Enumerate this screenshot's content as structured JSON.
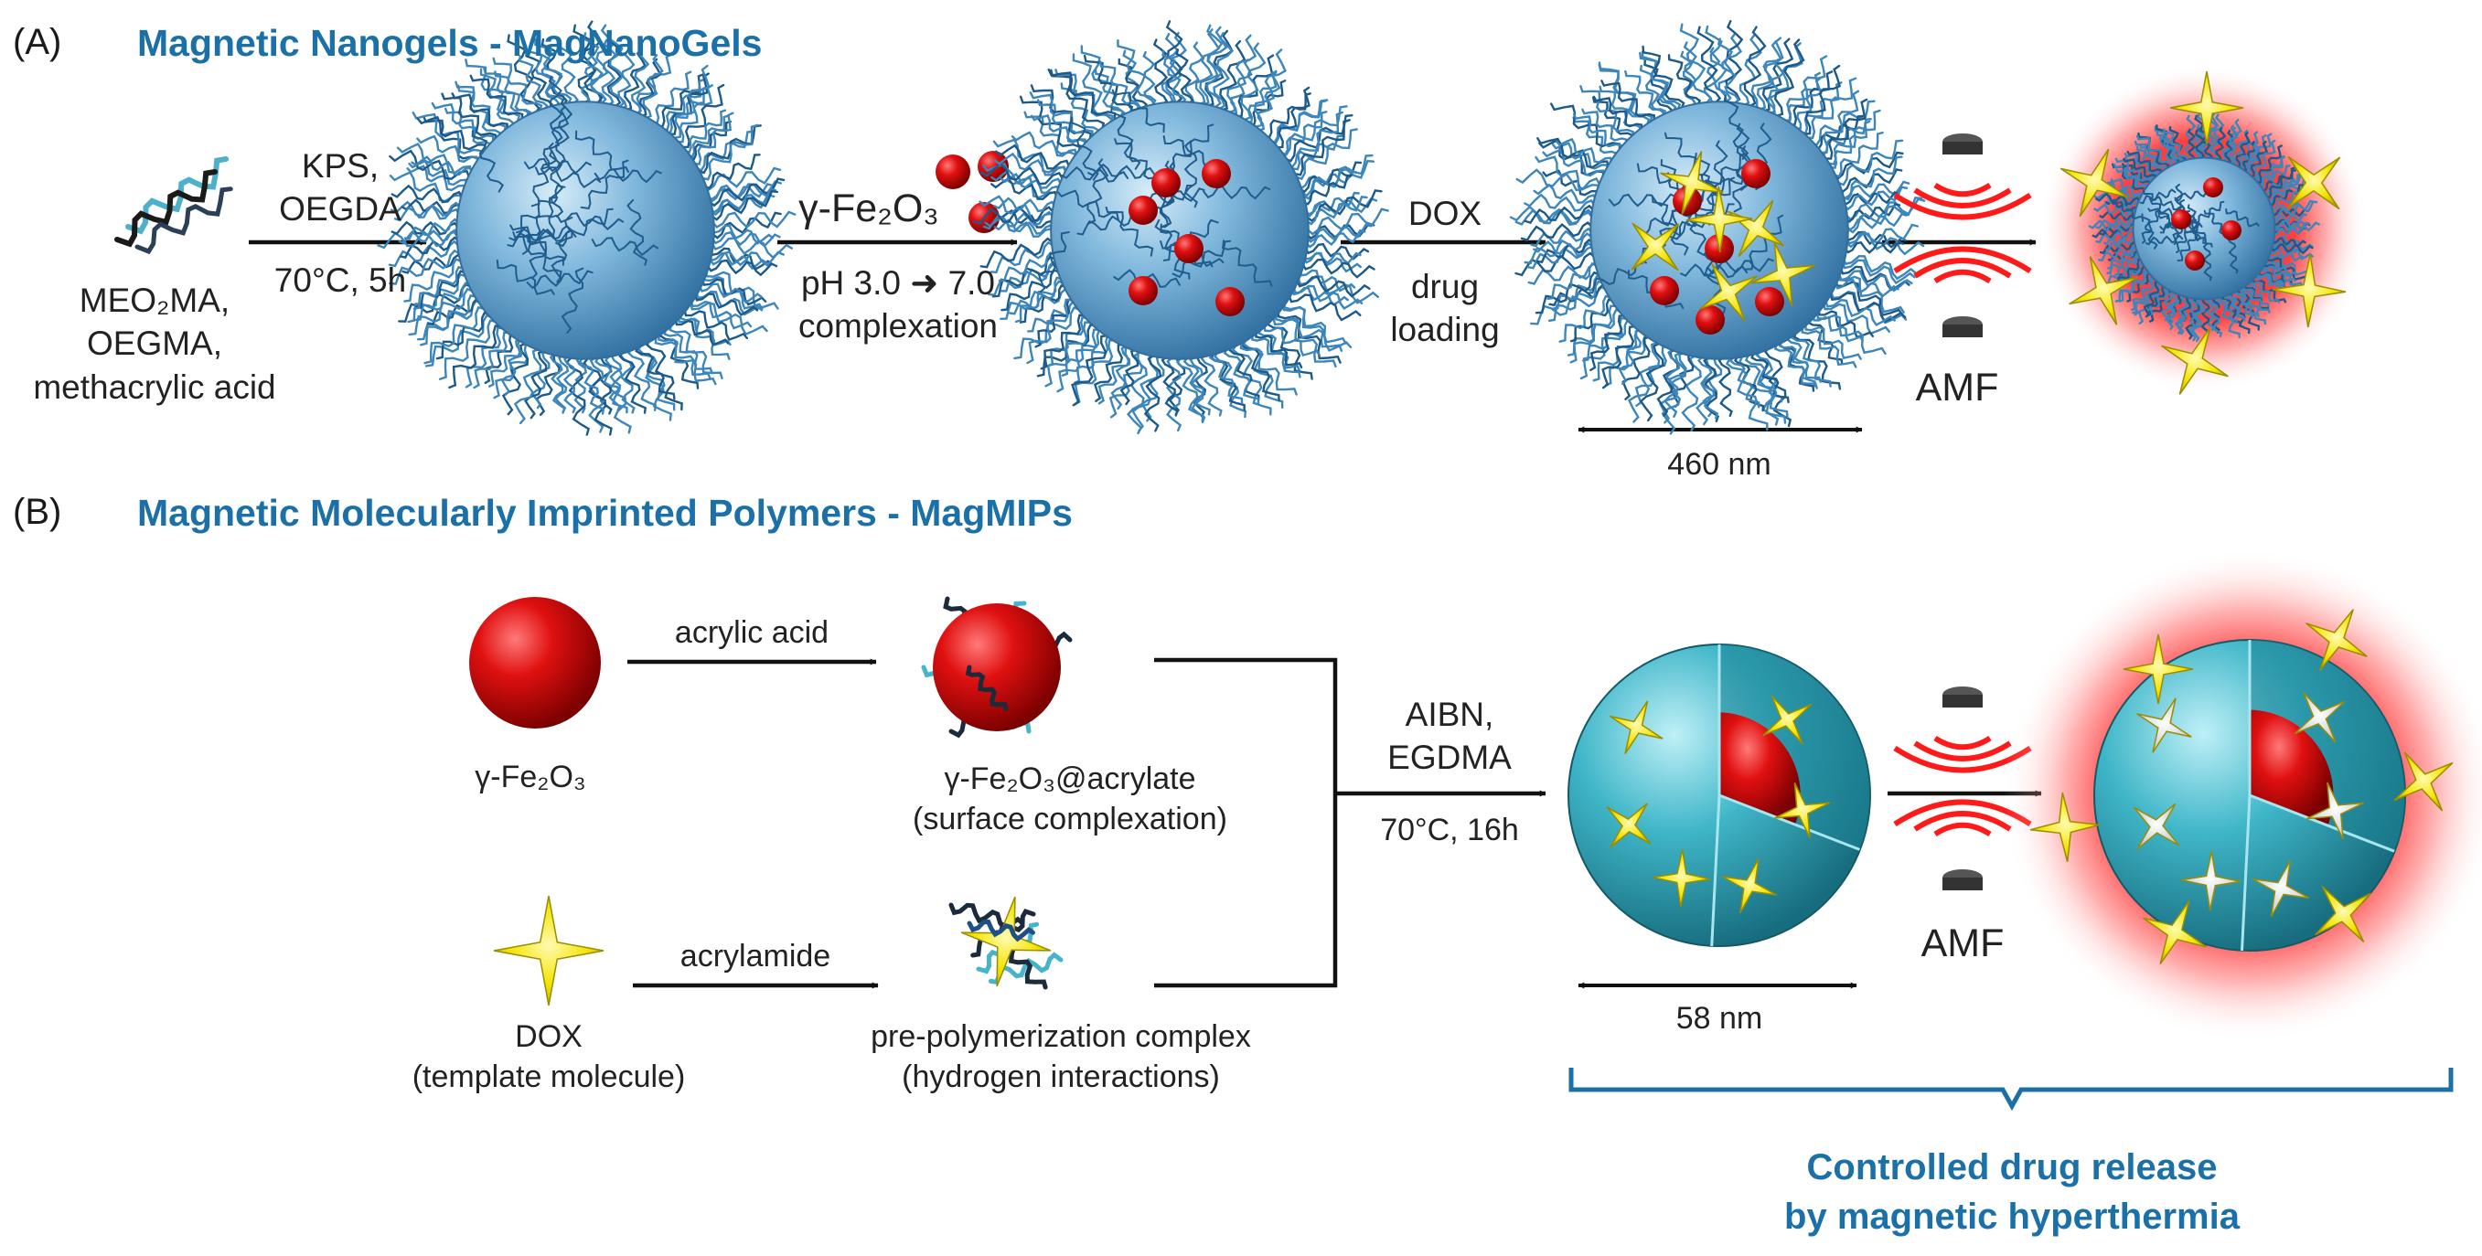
{
  "panel_a": {
    "tag": "(A)",
    "title": "Magnetic Nanogels - MagNanoGels",
    "monomers": [
      "MEO₂MA,",
      "OEGMA,",
      "methacrylic acid"
    ],
    "step1_top": [
      "KPS,",
      "OEGDA"
    ],
    "step1_bottom": "70°C, 5h",
    "step2_top": "γ-Fe₂O₃",
    "step2_bottom_ph": "pH 3.0",
    "step2_bottom_ph_end": "7.0",
    "step2_bottom_2": "complexation",
    "step3_top": "DOX",
    "step3_bottom": [
      "drug",
      "loading"
    ],
    "size": "460  nm",
    "field": "AMF"
  },
  "panel_b": {
    "tag": "(B)",
    "title": "Magnetic Molecularly Imprinted Polymers - MagMIPs",
    "core_label": "γ-Fe₂O₃",
    "arrow1": "acrylic acid",
    "coated_label": [
      "γ-Fe₂O₃@acrylate",
      "(surface complexation)"
    ],
    "dox_label": [
      "DOX",
      "(template molecule)"
    ],
    "arrow2": "acrylamide",
    "complex_label": [
      "pre-polymerization complex",
      "(hydrogen interactions)"
    ],
    "merge_top": [
      "AIBN,",
      "EGDMA"
    ],
    "merge_bottom": "70°C, 16h",
    "size": "58  nm",
    "field": "AMF"
  },
  "footer": [
    "Controlled drug release",
    "by magnetic hyperthermia"
  ],
  "colors": {
    "title_blue": "#1c70a8",
    "gel_blue": "#2a6ea3",
    "iron_red": "#d40000",
    "dox_yellow": "#f2e600",
    "mip_teal": "#3ab0c2",
    "glow_red": "#ff2a2a"
  }
}
